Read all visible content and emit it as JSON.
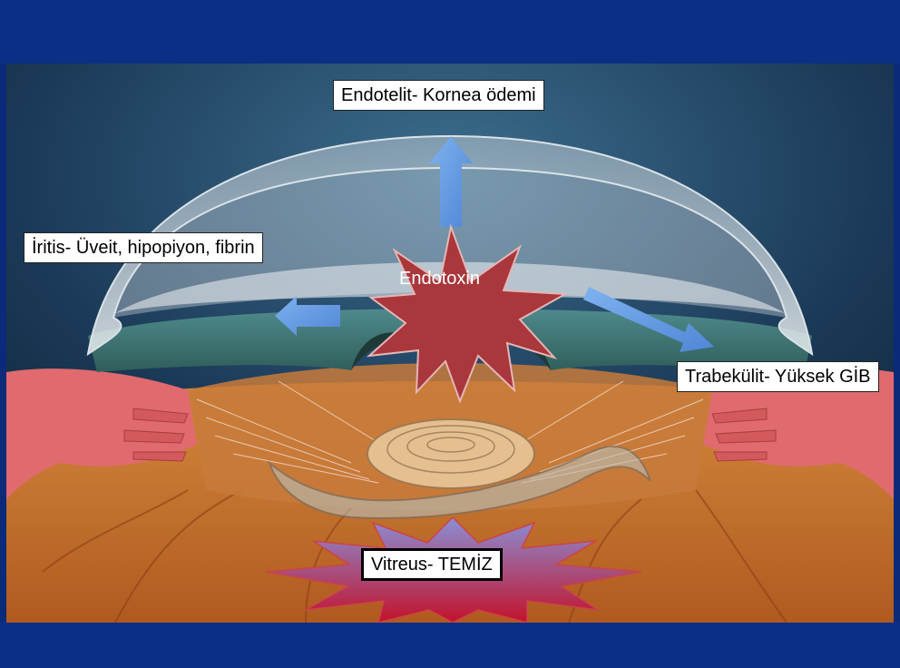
{
  "labels": {
    "endotelit": "Endotelit- Kornea ödemi",
    "iritis": "İritis- Üveit, hipopiyon, fibrin",
    "trabekulit": "Trabekülit- Yüksek GİB",
    "vitreus": "Vitreus- TEMİZ",
    "endotoxin": "Endotoxin"
  },
  "colors": {
    "band": "#0b2e86",
    "arrow": "#5f9be0",
    "burst": "#a9373b",
    "vitreus_burst_top": "#8a8fd6",
    "vitreus_burst_bottom": "#c3122b"
  }
}
